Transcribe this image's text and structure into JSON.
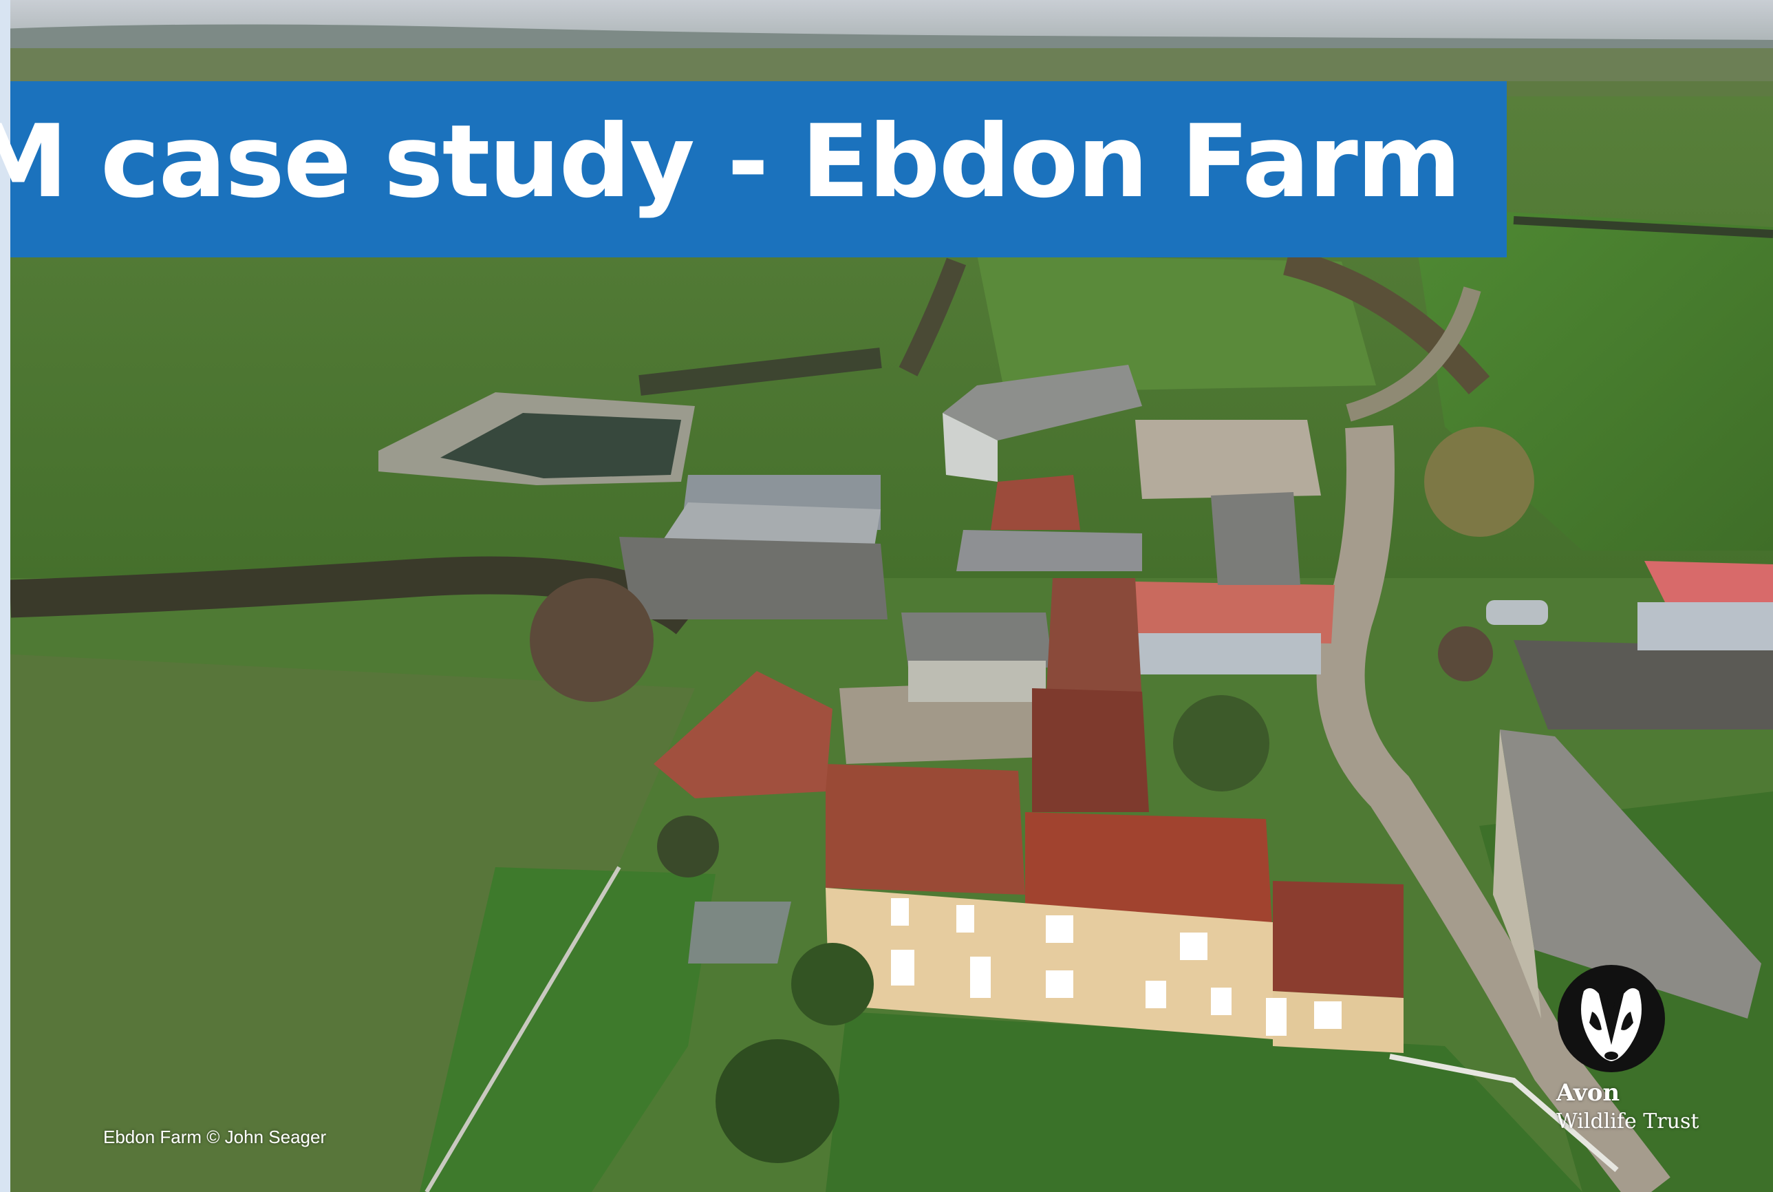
{
  "slide": {
    "title": "RM case study - Ebdon Farm",
    "photo_credit": "Ebdon Farm © John Seager"
  },
  "logo": {
    "name": "Avon",
    "subtitle": "Wildlife Trust"
  },
  "colors": {
    "banner": "#1b72bd",
    "text": "#ffffff",
    "logo_circle": "#111111",
    "field_green": "#4f7a34"
  }
}
